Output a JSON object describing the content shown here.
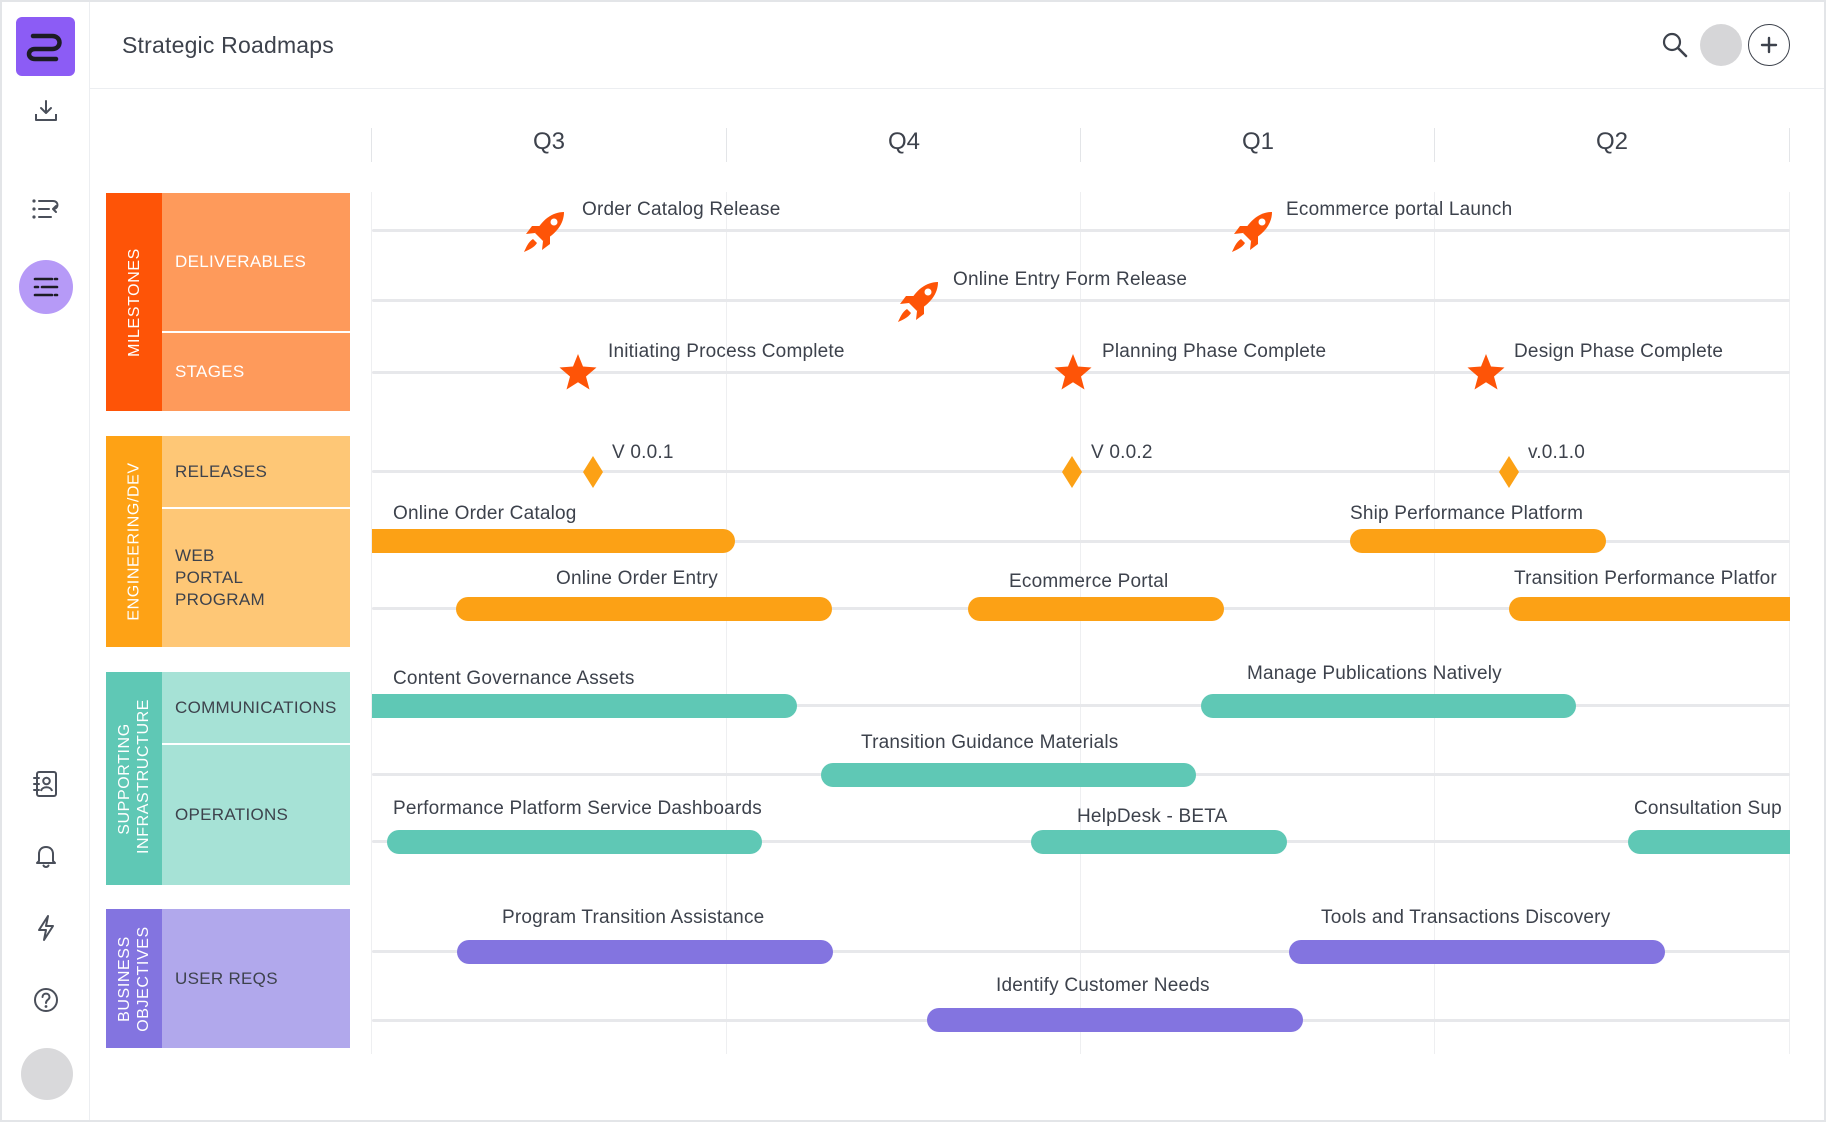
{
  "header": {
    "title": "Strategic Roadmaps"
  },
  "quarters": [
    "Q3",
    "Q4",
    "Q1",
    "Q2"
  ],
  "groups": [
    {
      "label": "MILESTONES",
      "color": "#fe5407",
      "sub_color": "#fe9a5b",
      "rows": [
        "DELIVERABLES",
        "STAGES"
      ]
    },
    {
      "label": "ENGINEERING/DEV",
      "color": "#fea215",
      "sub_color": "#fec776",
      "rows": [
        "RELEASES",
        "WEB PORTAL PROGRAM"
      ]
    },
    {
      "label": "SUPPORTING INFRASTRUCTURE",
      "color": "#5fc8b5",
      "sub_color": "#a6e2d6",
      "rows": [
        "COMMUNICATIONS",
        "OPERATIONS"
      ]
    },
    {
      "label": "BUSINESS OBJECTIVES",
      "color": "#8374e0",
      "sub_color": "#b1a8ec",
      "rows": [
        "USER REQS"
      ]
    }
  ],
  "milestones": {
    "deliverables": [
      "Order Catalog Release",
      "Ecommerce portal Launch",
      "Online Entry Form Release"
    ],
    "stages": [
      "Initiating Process Complete",
      "Planning Phase Complete",
      "Design Phase Complete"
    ],
    "releases": [
      "V 0.0.1",
      "V 0.0.2",
      "v.0.1.0"
    ]
  },
  "tasks": {
    "web_portal": [
      "Online Order Catalog",
      "Ship Performance Platform",
      "Online Order Entry",
      "Ecommerce Portal",
      "Transition Performance Platfor"
    ],
    "communications": [
      "Content Governance Assets",
      "Manage Publications Natively",
      "Transition Guidance Materials"
    ],
    "operations": [
      "Performance Platform Service Dashboards",
      "HelpDesk - BETA",
      "Consultation Sup"
    ],
    "user_reqs": [
      "Program Transition Assistance",
      "Tools and Transactions Discovery",
      "Identify Customer Needs"
    ]
  },
  "colors": {
    "brand": "#8c5cf5",
    "milestone_marker": "#fe5407",
    "release_marker": "#fca115",
    "orange_bar": "#fca115",
    "teal_bar": "#5fc8b5",
    "purple_bar": "#8374e0"
  },
  "icons": {
    "rail": [
      "logo-icon",
      "download-icon",
      "list-icon",
      "roadmap-icon",
      "contacts-icon",
      "bell-icon",
      "lightning-icon",
      "help-icon"
    ],
    "header": [
      "search-icon",
      "plus-icon"
    ],
    "markers": [
      "rocket-icon",
      "star-icon",
      "diamond-icon"
    ]
  }
}
